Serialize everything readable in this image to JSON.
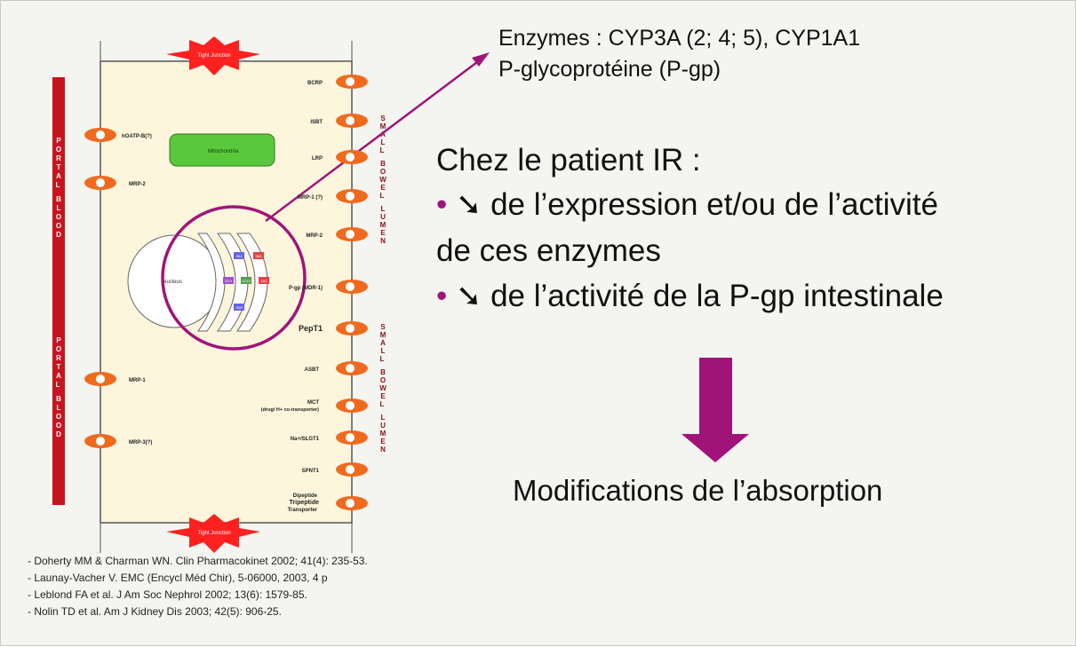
{
  "slide": {
    "enzymes_line": "Enzymes : CYP3A (2; 4; 5), CYP1A1",
    "pgp_line": "P-glycoprotéine (P-gp)",
    "patient_heading": "Chez le patient IR :",
    "bullets": [
      {
        "dot": "•",
        "arrow": "➘",
        "text": "de l’expression et/ou de l’activité"
      },
      {
        "continuation": "de ces enzymes"
      },
      {
        "dot": "•",
        "arrow": "➘",
        "text": "de l’activité de la P-gp intestinale"
      }
    ],
    "result": "Modifications de l’absorption",
    "references": [
      "- Doherty MM & Charman WN. Clin Pharmacokinet 2002; 41(4): 235-53.",
      "- Launay-Vacher V. EMC (Encycl Méd Chir), 5-06000, 2003, 4 p",
      "- Leblond FA et al. J Am Soc Nephrol 2002; 13(6): 1579-85.",
      "- Nolin TD et al. Am J Kidney Dis 2003; 42(5): 906-25."
    ]
  },
  "diagram": {
    "tight_junction_label": "Tight Junction",
    "portal_blood_label": "PORTAL BLOOD",
    "small_bowel_lumen_label": "SMALL BOWEL LUMEN",
    "mitochondria_label": "Mitochondria",
    "nucleus_label": "Nucleus",
    "left_transporters": [
      "hOATP-B(?)",
      "MRP-2",
      "MRP-1",
      "MRP-3(?)"
    ],
    "right_transporters": [
      "BCRP",
      "ISBT",
      "LRP",
      "MRP-1 (?)",
      "MRP-2",
      "P-gp (MDR-1)",
      "PepT1",
      "ASBT",
      "MCT",
      "Na+/SLGT1",
      "SPNT1",
      "Dipeptide",
      "Tripeptide",
      "Transporter"
    ],
    "mct_sublabel": "(drug/ H+ co-transporter)",
    "er_labels": [
      "3A4",
      "3A5",
      "2C9",
      "2C19",
      "1A1",
      "2D6"
    ]
  },
  "colors": {
    "accent_magenta": "#a0147a",
    "portal_red": "#c8141e",
    "transporter_orange": "#f06a1e",
    "cell_fill": "#fdf6dc",
    "mito_green": "#5ac83c"
  }
}
